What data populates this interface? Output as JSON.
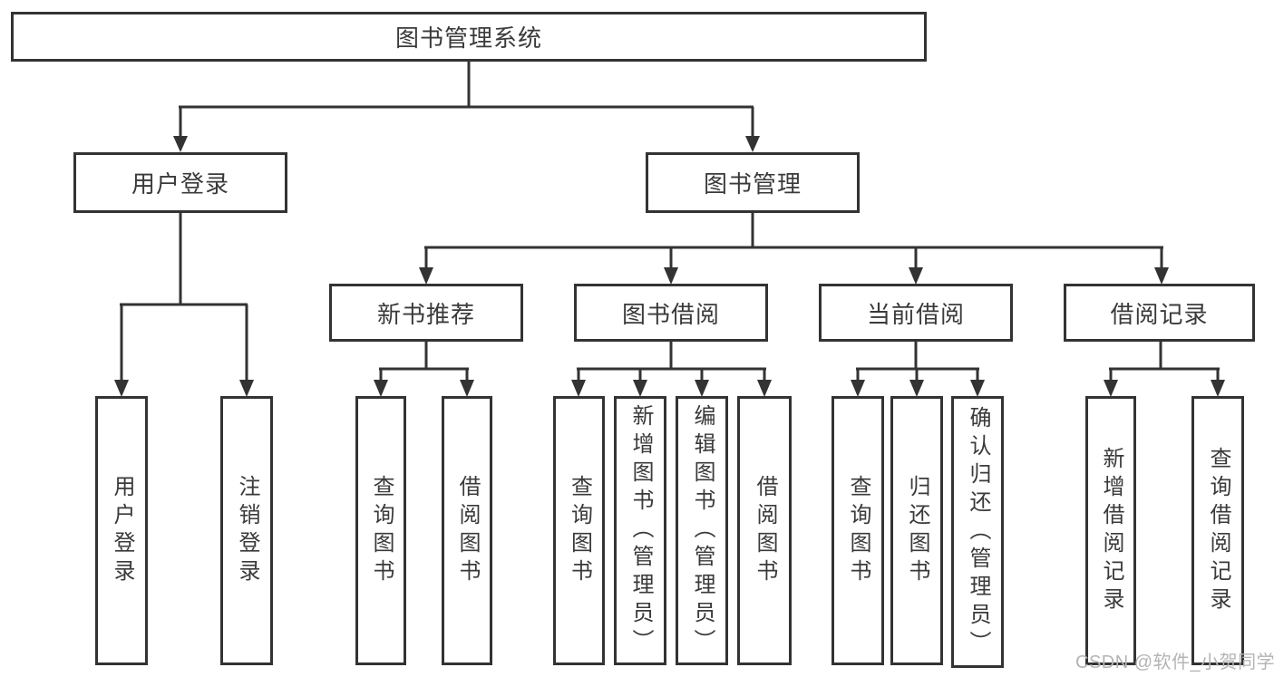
{
  "diagram": {
    "root": {
      "label": "图书管理系统"
    },
    "level2": [
      {
        "label": "用户登录",
        "children": [
          {
            "label": "用户登录"
          },
          {
            "label": "注销登录"
          }
        ]
      },
      {
        "label": "图书管理",
        "children": [
          {
            "label": "新书推荐",
            "children": [
              {
                "label": "查询图书"
              },
              {
                "label": "借阅图书"
              }
            ]
          },
          {
            "label": "图书借阅",
            "children": [
              {
                "label": "查询图书"
              },
              {
                "label": "新增图书（管理员）"
              },
              {
                "label": "编辑图书（管理员）"
              },
              {
                "label": "借阅图书"
              }
            ]
          },
          {
            "label": "当前借阅",
            "children": [
              {
                "label": "查询图书"
              },
              {
                "label": "归还图书"
              },
              {
                "label": "确认归还（管理员）"
              }
            ]
          },
          {
            "label": "借阅记录",
            "children": [
              {
                "label": "新增借阅记录"
              },
              {
                "label": "查询借阅记录"
              }
            ]
          }
        ]
      }
    ]
  },
  "watermark": {
    "text": "CSDN @软件_小贺同学"
  },
  "colors": {
    "line": "#333333",
    "text": "#3a3a3a",
    "watermark": "#b4b4b4",
    "background": "#ffffff"
  }
}
